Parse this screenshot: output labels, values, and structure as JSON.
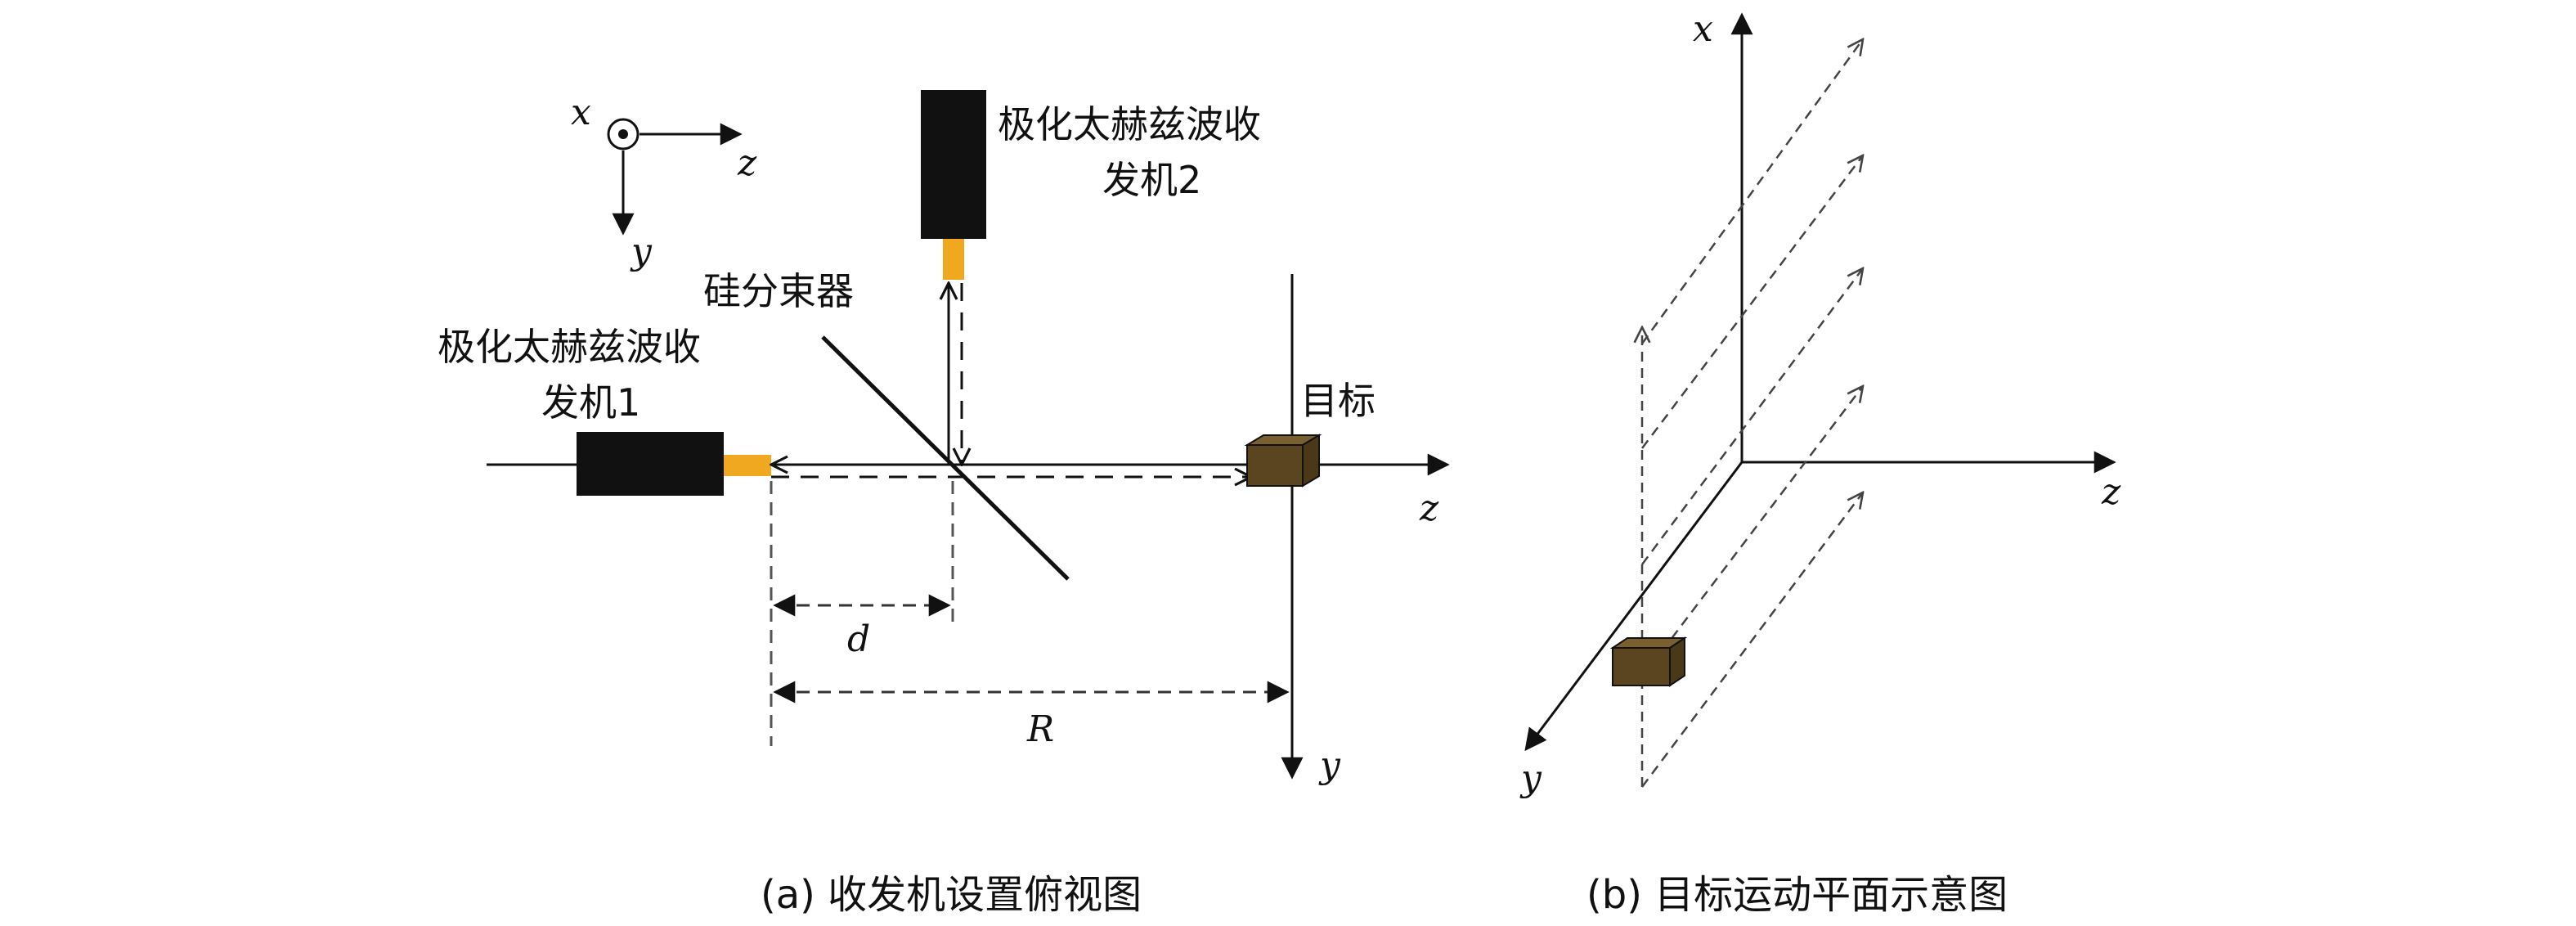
{
  "panel_a": {
    "transceiver2": {
      "line1": "极化太赫兹波收",
      "line2": "发机2"
    },
    "transceiver1": {
      "line1": "极化太赫兹波收",
      "line2": "发机1"
    },
    "beam_splitter": "硅分束器",
    "target": "目标",
    "axes": {
      "x": "x",
      "y": "y",
      "z": "z",
      "z_main": "z",
      "y_main": "y"
    },
    "dim_d": "d",
    "dim_R": "R",
    "caption": "(a) 收发机设置俯视图"
  },
  "panel_b": {
    "axes": {
      "x": "x",
      "y": "y",
      "z": "z"
    },
    "caption": "(b) 目标运动平面示意图"
  },
  "colors": {
    "device": "#111111",
    "port": "#f0a820",
    "target_front": "#5a4520",
    "target_top": "#7a6030",
    "line": "#111111",
    "dash": "#555555"
  }
}
